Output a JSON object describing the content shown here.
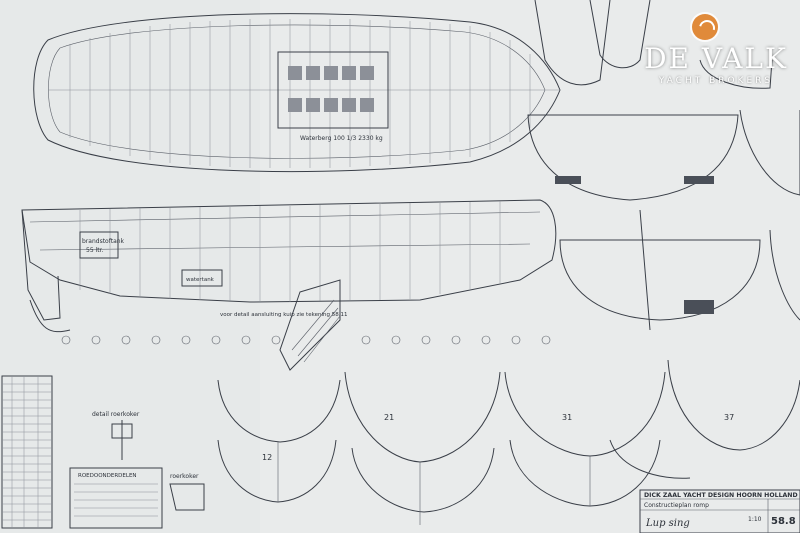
{
  "watermark": {
    "name": "DE VALK",
    "subtitle": "YACHT BROKERS",
    "icon": "de-valk-logo-icon",
    "accent_color": "#e08a3a"
  },
  "drawing": {
    "office": "DICK ZAAL YACHT DESIGN HOORN HOLLAND",
    "title": "Constructieplan romp",
    "scale": "1:10",
    "drawing_number": "58.8",
    "signature": "Lup sing",
    "labels": {
      "detail_note": "voor detail aansluiting kuip zie tekening 58.11",
      "fuel_tank": "brandstoftank",
      "fuel_capacity": "55 ltr.",
      "water_tank": "watertank",
      "detail_rudder": "detail roerkoker",
      "rudder_lower": "roerkoker",
      "rudder_parts": "ROEDOONDERDELEN",
      "section_12": "12",
      "section_31": "31",
      "section_21": "21",
      "section_37": "37"
    }
  }
}
